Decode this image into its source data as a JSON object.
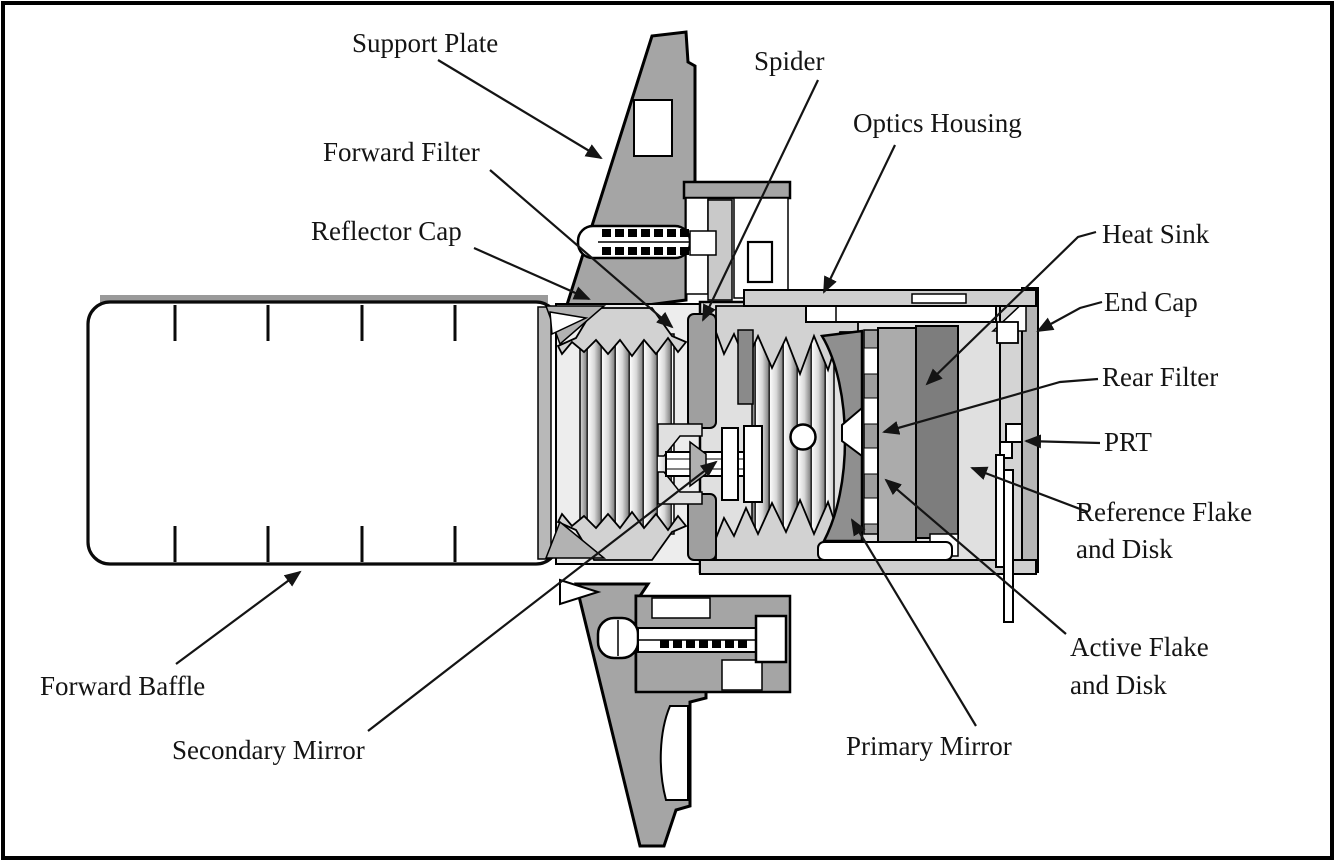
{
  "figure": {
    "kind": "technical-cross-section-diagram",
    "subject": "Telescope / radiometer optical head cross-section with callouts",
    "background_color": "#ffffff",
    "frame_color": "#000000",
    "palette": {
      "plate_gray": "#a5a5a5",
      "light_gray": "#cfcfcf",
      "collar_gray": "#d2d2d2",
      "interior_gray": "#e0e0e0",
      "heat_sink_gray": "#7d7d7d",
      "mirror_gray": "#8f8f8f",
      "line_black": "#141414"
    },
    "labels": {
      "support_plate": "Support Plate",
      "spider": "Spider",
      "optics_housing": "Optics Housing",
      "forward_filter": "Forward Filter",
      "reflector_cap": "Reflector Cap",
      "heat_sink": "Heat Sink",
      "end_cap": "End Cap",
      "rear_filter": "Rear Filter",
      "prt": "PRT",
      "reference_flake_line1": "Reference Flake",
      "reference_flake_line2": "and Disk",
      "active_flake_line1": "Active Flake",
      "active_flake_line2": "and Disk",
      "forward_baffle": "Forward Baffle",
      "secondary_mirror": "Secondary Mirror",
      "primary_mirror": "Primary Mirror"
    }
  }
}
